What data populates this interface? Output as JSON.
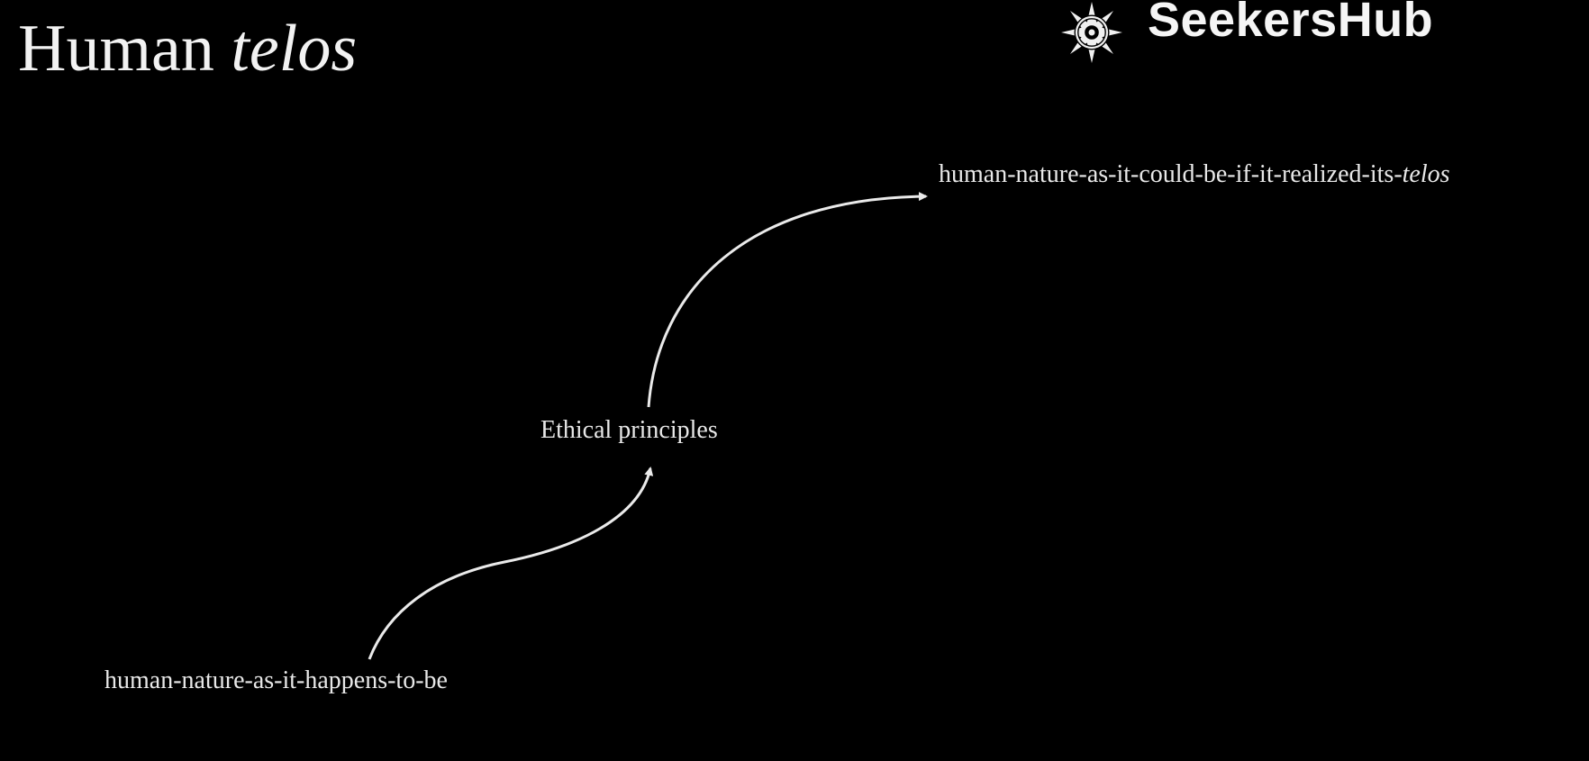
{
  "title": {
    "main": "Human",
    "italic": "telos"
  },
  "logo": {
    "text": "SeekersHub",
    "icon": "compass-rose-icon"
  },
  "nodes": {
    "start": "human-nature-as-it-happens-to-be",
    "middle": "Ethical principles",
    "end_prefix": "human-nature-as-it-could-be-if-it-realized-its-",
    "end_italic": "telos"
  },
  "colors": {
    "background": "#000000",
    "text": "#e8e8e8",
    "arrow": "#eaeaea"
  }
}
